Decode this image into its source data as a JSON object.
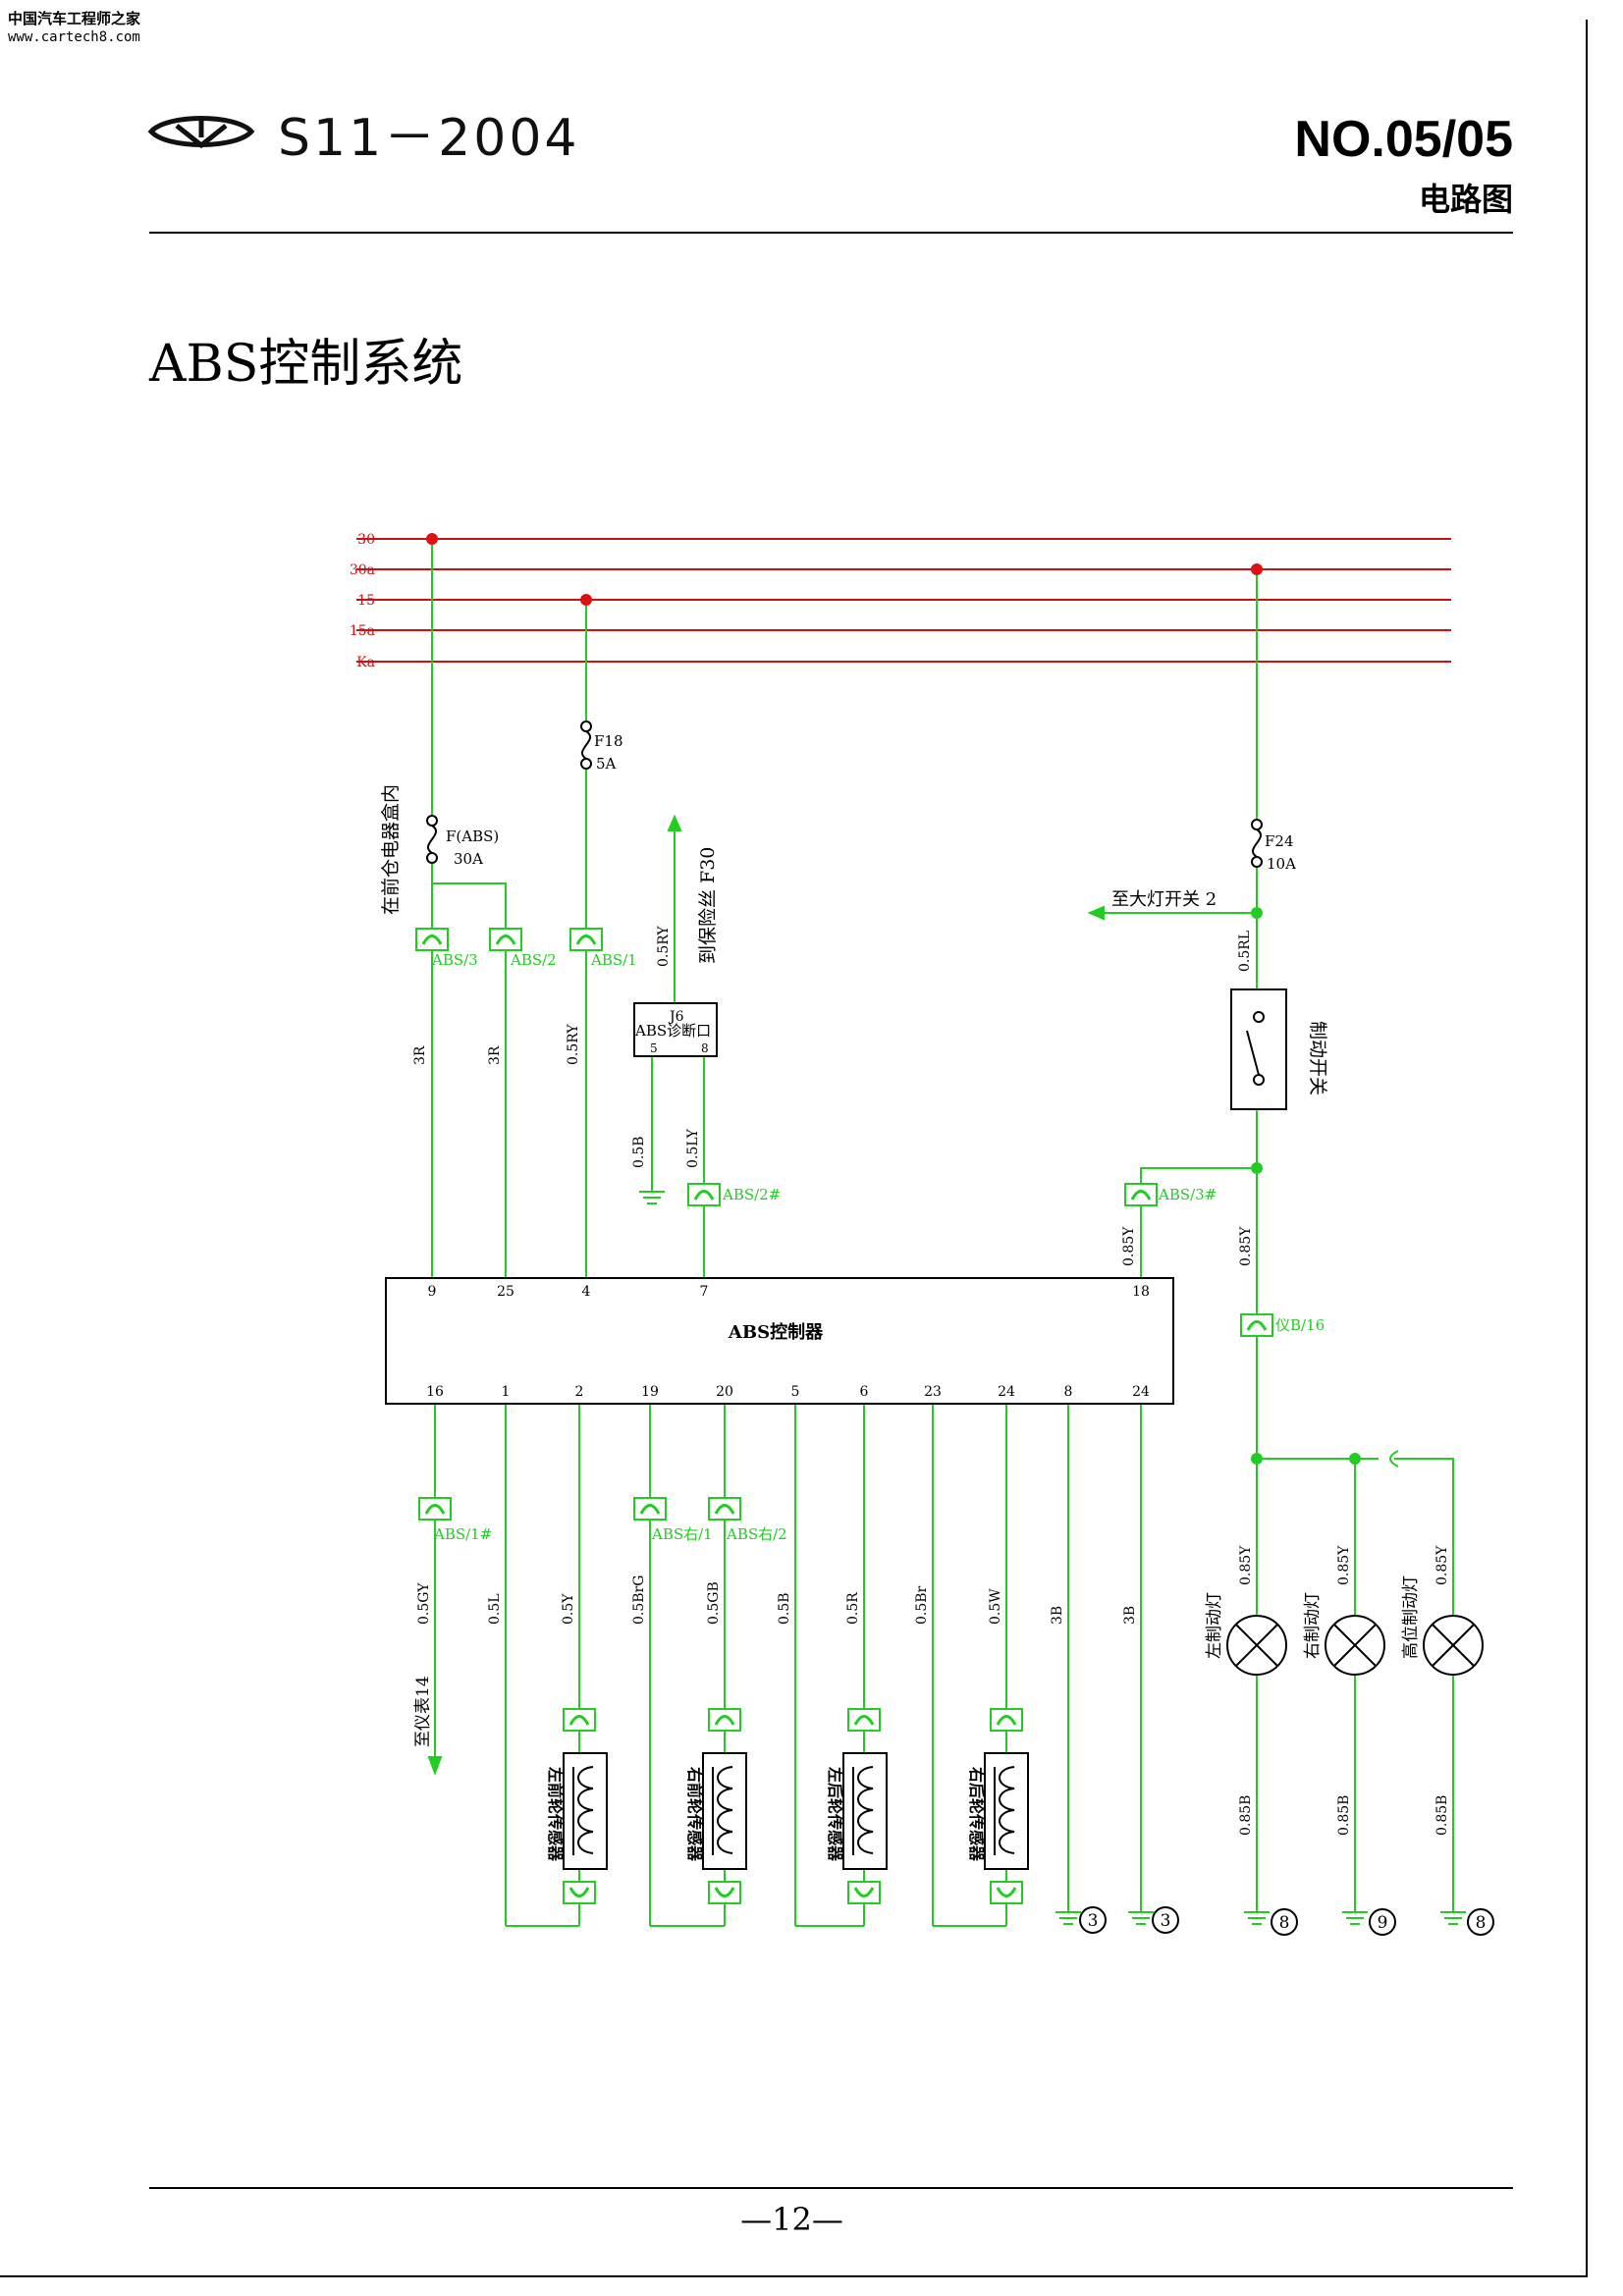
{
  "watermark": {
    "line1": "中国汽车工程师之家",
    "line2": "www.cartech8.com"
  },
  "header": {
    "model": "S11－2004",
    "doc_no": "NO.05/05",
    "doc_type": "电路图"
  },
  "title": "ABS控制系统",
  "page_number": "—12—",
  "colors": {
    "bus": "#cc1111",
    "wire": "#22cc22",
    "ink": "#000000",
    "node": "#dd1111"
  },
  "bus_lines": [
    "30",
    "30a",
    "15",
    "15a",
    "Ka"
  ],
  "fuses": [
    {
      "id": "F(ABS)",
      "rating": "30A"
    },
    {
      "id": "F18",
      "rating": "5A"
    },
    {
      "id": "F24",
      "rating": "10A"
    }
  ],
  "fuse_box_note": "在前仓电器盒内",
  "connectors": {
    "abs3": "ABS/3",
    "abs2": "ABS/2",
    "abs1": "ABS/1",
    "abs2h": "ABS/2#",
    "abs3h": "ABS/3#",
    "yib16": "仪B/16",
    "abs1h": "ABS/1#",
    "absr1": "ABS右/1",
    "absr2": "ABS右/2"
  },
  "diag_port": {
    "id": "J6",
    "label": "ABS诊断口",
    "pin_a": "5",
    "pin_b": "8"
  },
  "to_fuse": "到保险丝 F30",
  "to_headlamp": "至大灯开关 2",
  "to_cluster": "至仪表14",
  "brake_switch": "制动开关",
  "controller": {
    "label": "ABS控制器",
    "top_pins": [
      "9",
      "25",
      "4",
      "7",
      "18"
    ],
    "bottom_pins": [
      "16",
      "1",
      "2",
      "19",
      "20",
      "5",
      "6",
      "23",
      "24",
      "8",
      "24"
    ]
  },
  "wires": {
    "w_3r_a": "3R",
    "w_3r_b": "3R",
    "w_05ry_a": "0.5RY",
    "w_05ry_b": "0.5RY",
    "w_05b_top": "0.5B",
    "w_05ly": "0.5LY",
    "w_085y_a": "0.85Y",
    "w_085y_b": "0.85Y",
    "w_05rl": "0.5RL",
    "w_05gy": "0.5GY",
    "w_05l": "0.5L",
    "w_05y": "0.5Y",
    "w_05brg": "0.5BrG",
    "w_05gb": "0.5GB",
    "w_05b": "0.5B",
    "w_05r": "0.5R",
    "w_05br": "0.5Br",
    "w_05w": "0.5W",
    "w_3b_a": "3B",
    "w_3b_b": "3B",
    "w_085y_l1": "0.85Y",
    "w_085y_l2": "0.85Y",
    "w_085y_l3": "0.85Y",
    "w_085b_l1": "0.85B",
    "w_085b_l2": "0.85B",
    "w_085b_l3": "0.85B"
  },
  "sensors": [
    "左前轮传感器",
    "右前轮传感器",
    "左后轮传感器",
    "右后轮传感器"
  ],
  "lamps": [
    "左制动灯",
    "右制动灯",
    "高位制动灯"
  ],
  "grounds": [
    "3",
    "3",
    "8",
    "9",
    "8"
  ]
}
